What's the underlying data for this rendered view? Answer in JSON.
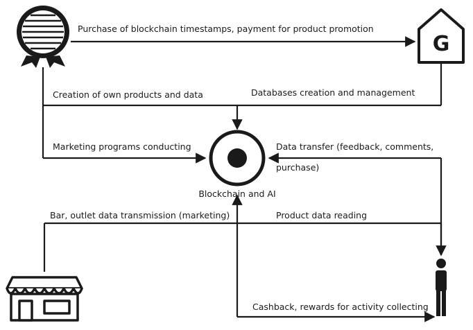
{
  "nodes": {
    "hub": "Blockchain and AI",
    "warehouse_letter": "G"
  },
  "edges": {
    "purchase_timestamps": "Purchase of blockchain timestamps, payment for product promotion",
    "own_products": "Creation of own products and data",
    "databases": "Databases creation and management",
    "marketing_programs": "Marketing programs conducting",
    "data_transfer_line1": "Data transfer (feedback, comments,",
    "data_transfer_line2": "purchase)",
    "bar_outlet": "Bar, outlet data transmission (marketing)",
    "product_data_reading": "Product data reading",
    "cashback": "Cashback, rewards for activity collecting"
  },
  "colors": {
    "line": "#1a1a1a",
    "background": "#ffffff"
  },
  "icons": {
    "producer": "barrel-rosette-icon",
    "warehouse": "house-g-icon",
    "hub": "target-circle-icon",
    "shop": "storefront-icon",
    "consumer": "person-icon"
  }
}
